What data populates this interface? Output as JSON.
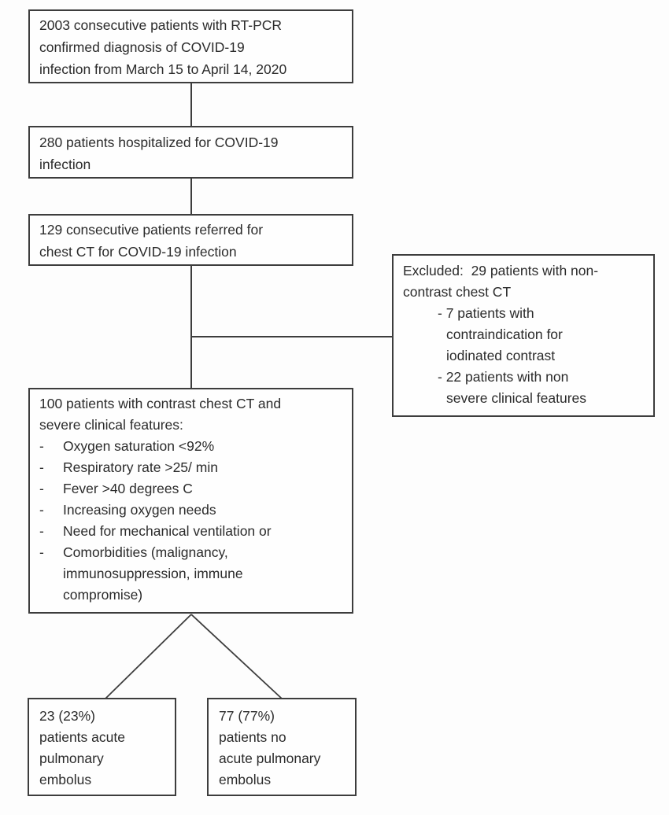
{
  "flowchart": {
    "boxes": {
      "total": {
        "lines": [
          "2003 consecutive patients with RT-PCR",
          "confirmed diagnosis of COVID-19",
          "infection from March 15 to April 14, 2020"
        ]
      },
      "hospitalized": {
        "lines": [
          "280 patients hospitalized for COVID-19",
          "infection"
        ]
      },
      "referred": {
        "lines": [
          "129 consecutive patients referred for",
          "chest CT for COVID-19 infection"
        ]
      },
      "excluded": {
        "header_lines": [
          "Excluded:  29 patients with non-",
          "contrast chest CT"
        ],
        "items": [
          {
            "lines": [
              "- 7 patients with",
              "contraindication for",
              "iodinated contrast"
            ]
          },
          {
            "lines": [
              "- 22 patients with non",
              "severe clinical features"
            ]
          }
        ]
      },
      "contrast_ct": {
        "header_lines": [
          "100 patients with contrast chest CT and",
          "severe clinical features:"
        ],
        "bullet_marker": "-",
        "bullets": [
          {
            "lines": [
              "Oxygen saturation <92%"
            ]
          },
          {
            "lines": [
              "Respiratory rate >25/ min"
            ]
          },
          {
            "lines": [
              "Fever >40 degrees C"
            ]
          },
          {
            "lines": [
              "Increasing oxygen needs"
            ]
          },
          {
            "lines": [
              "Need for mechanical ventilation or"
            ]
          },
          {
            "lines": [
              "Comorbidities (malignancy,",
              "immunosuppression, immune",
              "compromise)"
            ]
          }
        ]
      },
      "acute_pe": {
        "lines": [
          "23 (23%)",
          "patients acute",
          "pulmonary",
          "embolus"
        ]
      },
      "no_acute_pe": {
        "lines": [
          "77 (77%)",
          "patients no",
          "acute pulmonary",
          "embolus"
        ]
      }
    },
    "edges": [
      {
        "from": "total",
        "to": "hospitalized"
      },
      {
        "from": "hospitalized",
        "to": "referred"
      },
      {
        "from": "referred",
        "to": "contrast_ct"
      },
      {
        "from": "referred",
        "to": "excluded"
      },
      {
        "from": "contrast_ct",
        "to": "acute_pe"
      },
      {
        "from": "contrast_ct",
        "to": "no_acute_pe"
      }
    ],
    "colors": {
      "border": "#3d3d3d",
      "connector": "#3d3d3d",
      "text": "#2b2b2b",
      "background": "#fdfdfd"
    }
  }
}
